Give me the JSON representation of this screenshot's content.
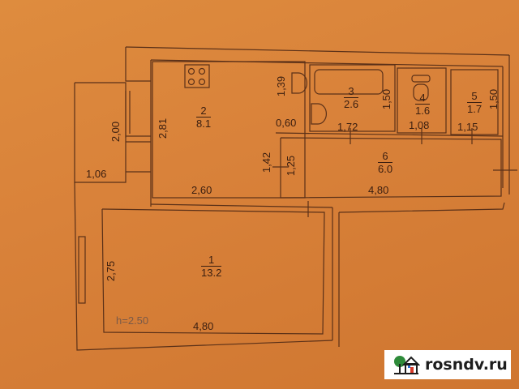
{
  "floor_plan": {
    "ceiling_height": "h=2.50",
    "rooms": [
      {
        "id": "1",
        "area": "13.2"
      },
      {
        "id": "2",
        "area": "8.1"
      },
      {
        "id": "3",
        "area": "2.6"
      },
      {
        "id": "4",
        "area": "1.6"
      },
      {
        "id": "5",
        "area": "1.7"
      },
      {
        "id": "6",
        "area": "6.0"
      }
    ],
    "dimensions": {
      "room1_width": "4,80",
      "room1_height": "2,75",
      "room2_width": "2,60",
      "room2_height": "2,81",
      "room2_alcove_height": "1,39",
      "room2_alcove_width": "0,60",
      "room3_width": "1,72",
      "room3_height": "1,50",
      "room4_width": "1,08",
      "room5_width": "1,15",
      "room5_height": "1,50",
      "room6_width": "4,80",
      "room6_height": "1,25",
      "door_height": "1,42",
      "balcony_height": "2,00",
      "balcony_width": "1,06"
    }
  },
  "watermark": {
    "text": "rosndv.ru",
    "icon": "house-tree-logo-icon"
  },
  "colors": {
    "background": "#d9823a",
    "lines": "#5a3018",
    "text": "#3a1e10"
  }
}
